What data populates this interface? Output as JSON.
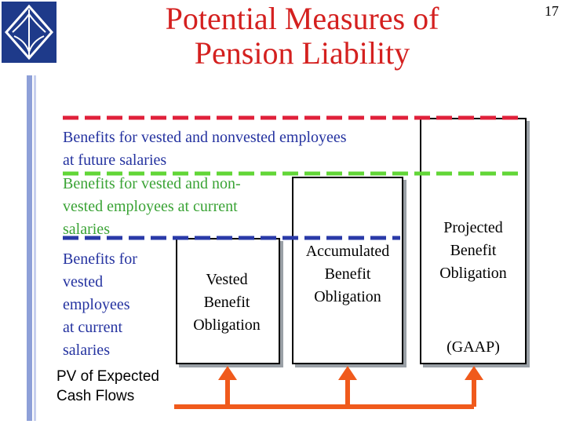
{
  "title": {
    "line1": "Potential Measures of",
    "line2": "Pension Liability"
  },
  "page_number": "17",
  "logo": {
    "icon": "diamond-logo-icon"
  },
  "left_labels": {
    "nonvested_future": [
      "Benefits for vested and nonvested employees",
      "at future salaries"
    ],
    "nonvested_current": [
      "Benefits for vested and non-",
      "vested employees at current",
      "salaries"
    ],
    "vested_current": [
      "Benefits for",
      "vested",
      "employees",
      "at current",
      "salaries"
    ],
    "pv": [
      "PV of Expected",
      "Cash Flows"
    ]
  },
  "boxes": {
    "vbo": [
      "Vested",
      "Benefit",
      "Obligation"
    ],
    "abo": [
      "Accumulated",
      "Benefit",
      "Obligation"
    ],
    "pbo": [
      "Projected",
      "Benefit",
      "Obligation"
    ],
    "pbo_note": "(GAAP)"
  },
  "colors": {
    "title": "#d4201f",
    "pbo_dash": "#e0203a",
    "abo_dash": "#62d637",
    "vbo_dash": "#2a3aa8",
    "blue_text": "#2533a0",
    "green_text": "#3aa335",
    "arrows": "#f05a1c"
  }
}
